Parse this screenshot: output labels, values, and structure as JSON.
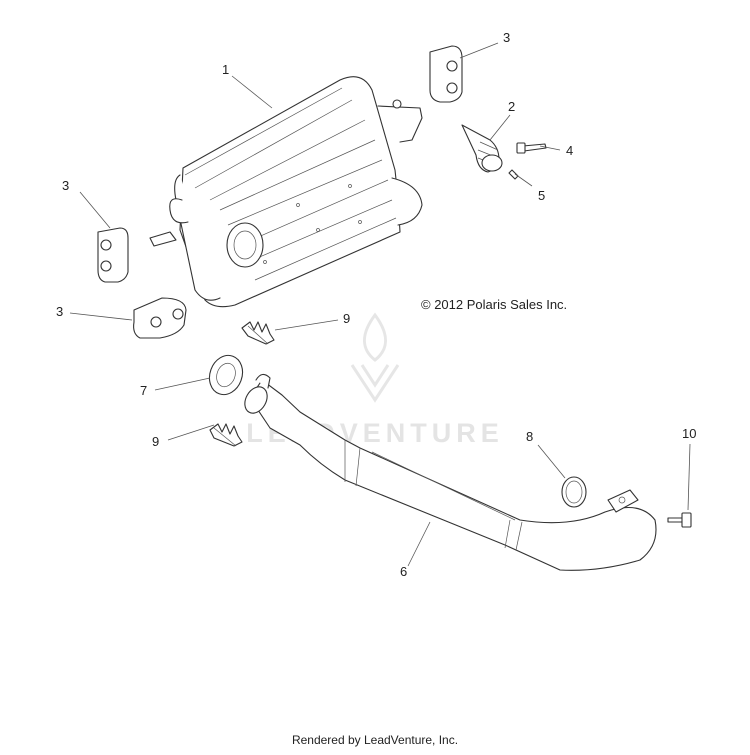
{
  "copyright": "© 2012 Polaris Sales Inc.",
  "footer": "Rendered by LeadVenture, Inc.",
  "watermark": "LEADVENTURE",
  "callouts": {
    "c1": "1",
    "c2": "2",
    "c3a": "3",
    "c3b": "3",
    "c3c": "3",
    "c4": "4",
    "c5": "5",
    "c6": "6",
    "c7": "7",
    "c8": "8",
    "c9a": "9",
    "c9b": "9",
    "c10": "10"
  }
}
